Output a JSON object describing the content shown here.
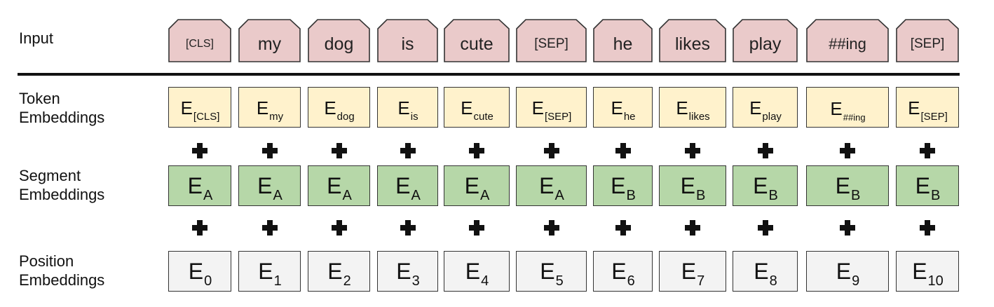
{
  "labels": {
    "input": "Input",
    "token": [
      "Token",
      "Embeddings"
    ],
    "segment": [
      "Segment",
      "Embeddings"
    ],
    "position": [
      "Position",
      "Embeddings"
    ]
  },
  "tokens": [
    "[CLS]",
    "my",
    "dog",
    "is",
    "cute",
    "[SEP]",
    "he",
    "likes",
    "play",
    "##ing",
    "[SEP]"
  ],
  "token_embeddings": [
    {
      "base": "E",
      "sub": "[CLS]"
    },
    {
      "base": "E",
      "sub": "my"
    },
    {
      "base": "E",
      "sub": "dog"
    },
    {
      "base": "E",
      "sub": "is"
    },
    {
      "base": "E",
      "sub": "cute"
    },
    {
      "base": "E",
      "sub": "[SEP]"
    },
    {
      "base": "E",
      "sub": "he"
    },
    {
      "base": "E",
      "sub": "likes"
    },
    {
      "base": "E",
      "sub": "play"
    },
    {
      "base": "E",
      "sub": "##ing"
    },
    {
      "base": "E",
      "sub": "[SEP]"
    }
  ],
  "segment_embeddings": [
    {
      "base": "E",
      "sub": "A"
    },
    {
      "base": "E",
      "sub": "A"
    },
    {
      "base": "E",
      "sub": "A"
    },
    {
      "base": "E",
      "sub": "A"
    },
    {
      "base": "E",
      "sub": "A"
    },
    {
      "base": "E",
      "sub": "A"
    },
    {
      "base": "E",
      "sub": "B"
    },
    {
      "base": "E",
      "sub": "B"
    },
    {
      "base": "E",
      "sub": "B"
    },
    {
      "base": "E",
      "sub": "B"
    },
    {
      "base": "E",
      "sub": "B"
    }
  ],
  "position_embeddings": [
    {
      "base": "E",
      "sub": "0"
    },
    {
      "base": "E",
      "sub": "1"
    },
    {
      "base": "E",
      "sub": "2"
    },
    {
      "base": "E",
      "sub": "3"
    },
    {
      "base": "E",
      "sub": "4"
    },
    {
      "base": "E",
      "sub": "5"
    },
    {
      "base": "E",
      "sub": "6"
    },
    {
      "base": "E",
      "sub": "7"
    },
    {
      "base": "E",
      "sub": "8"
    },
    {
      "base": "E",
      "sub": "9"
    },
    {
      "base": "E",
      "sub": "10"
    }
  ],
  "colors": {
    "input_fill": "#eacaca",
    "token_fill": "#fff2cc",
    "segment_fill": "#b6d7a8",
    "position_fill": "#f3f3f3",
    "border": "#333333"
  },
  "icons": {
    "operator": "plus-icon"
  }
}
